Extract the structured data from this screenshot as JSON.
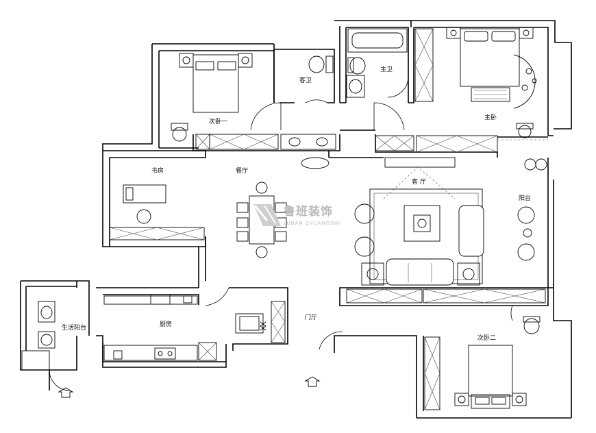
{
  "rooms": {
    "bedroom_2nd_1": "次卧一",
    "guest_bath": "客卫",
    "master_bath": "主卫",
    "master_bedroom": "主卧",
    "study": "书房",
    "dining": "餐厅",
    "living": "客 厅",
    "balcony": "阳台",
    "kitchen": "厨房",
    "utility_balcony": "生活阳台",
    "foyer": "门厅",
    "bedroom_2nd_2": "次卧二"
  },
  "watermark": {
    "title": "鲁班装饰",
    "subtitle": "LUBAN ZHUANGSHI"
  }
}
